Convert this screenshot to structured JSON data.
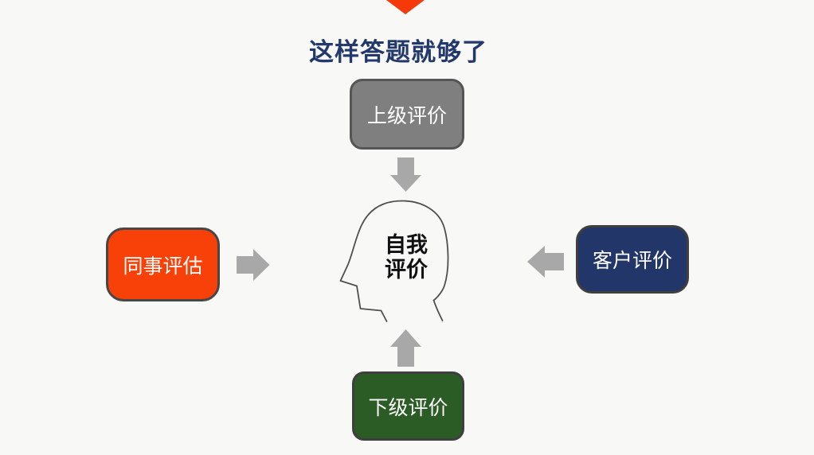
{
  "page": {
    "background": "#F8F8F6"
  },
  "header": {
    "arrow_tip_color": "#F53908",
    "title": "这样答题就够了",
    "title_color": "#24396B"
  },
  "diagram": {
    "arrow_color": "#A8A8A8",
    "center": {
      "line1": "自我",
      "line2": "评价",
      "text_color": "#101010",
      "outline_color": "#4F4F4F"
    },
    "nodes": [
      {
        "id": "superior",
        "label": "上级评价",
        "fill": "#7F7F7F",
        "border": "#555555",
        "text_color": "#FFFFFF"
      },
      {
        "id": "colleague",
        "label": "同事评估",
        "fill": "#F84108",
        "border": "#474747",
        "text_color": "#FFFFFF"
      },
      {
        "id": "customer",
        "label": "客户评价",
        "fill": "#22366A",
        "border": "#3F3F3F",
        "text_color": "#FFFFFF"
      },
      {
        "id": "subordinate",
        "label": "下级评价",
        "fill": "#2B5C25",
        "border": "#3F3F3F",
        "text_color": "#FFFFFF"
      }
    ]
  }
}
